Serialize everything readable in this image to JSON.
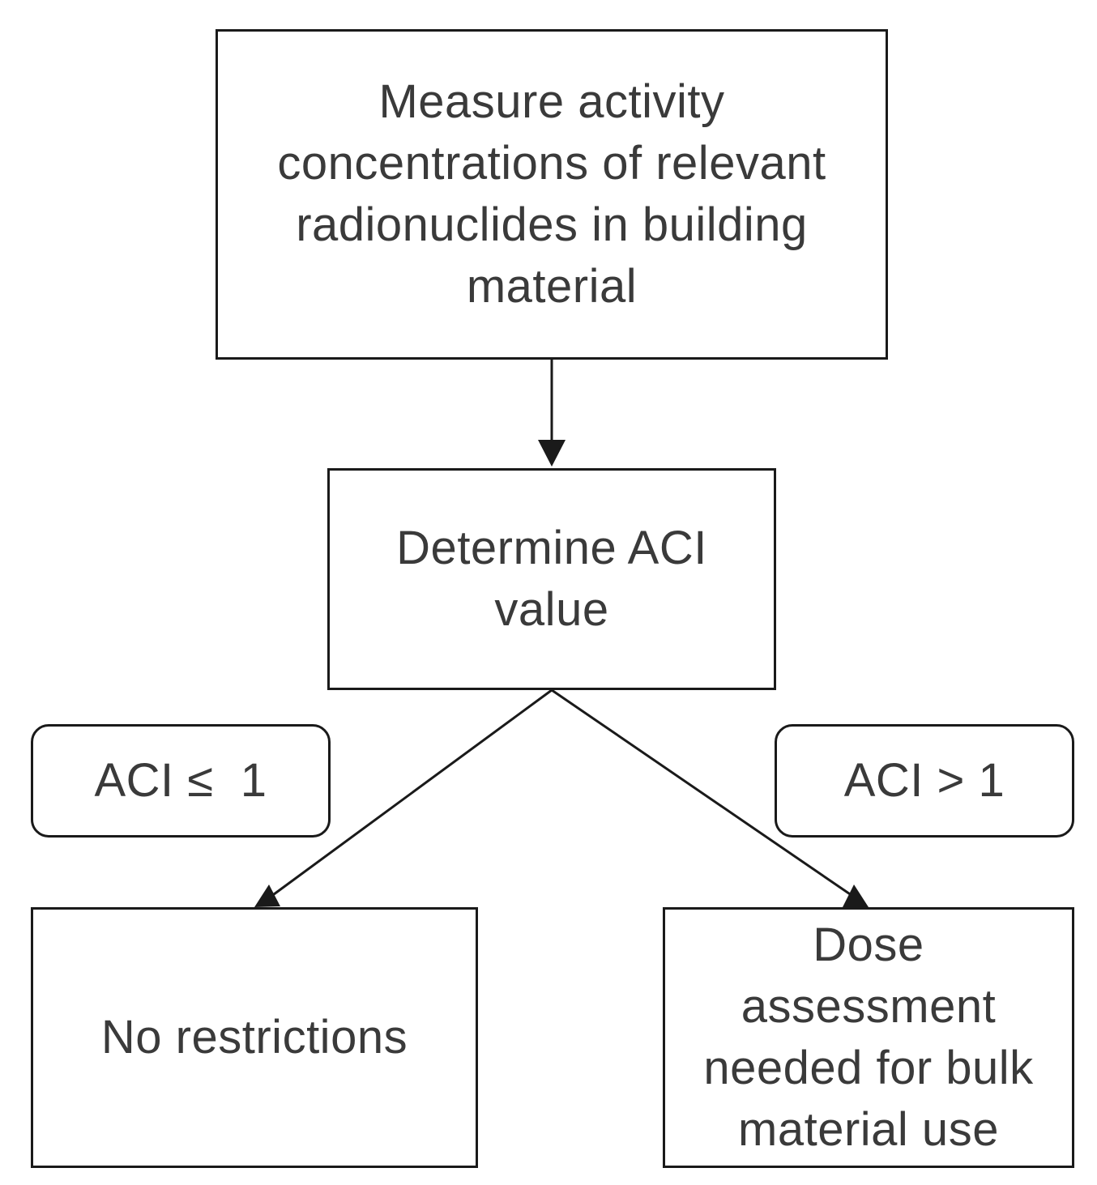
{
  "nodes": {
    "measure": "Measure activity\nconcentrations of relevant\nradionuclides in building\nmaterial",
    "determine": "Determine ACI\nvalue",
    "no_restrictions": "No restrictions",
    "dose_assessment": "Dose\nassessment\nneeded for bulk\nmaterial use"
  },
  "conditions": {
    "left": "ACI ≤  1",
    "right": "ACI > 1"
  }
}
